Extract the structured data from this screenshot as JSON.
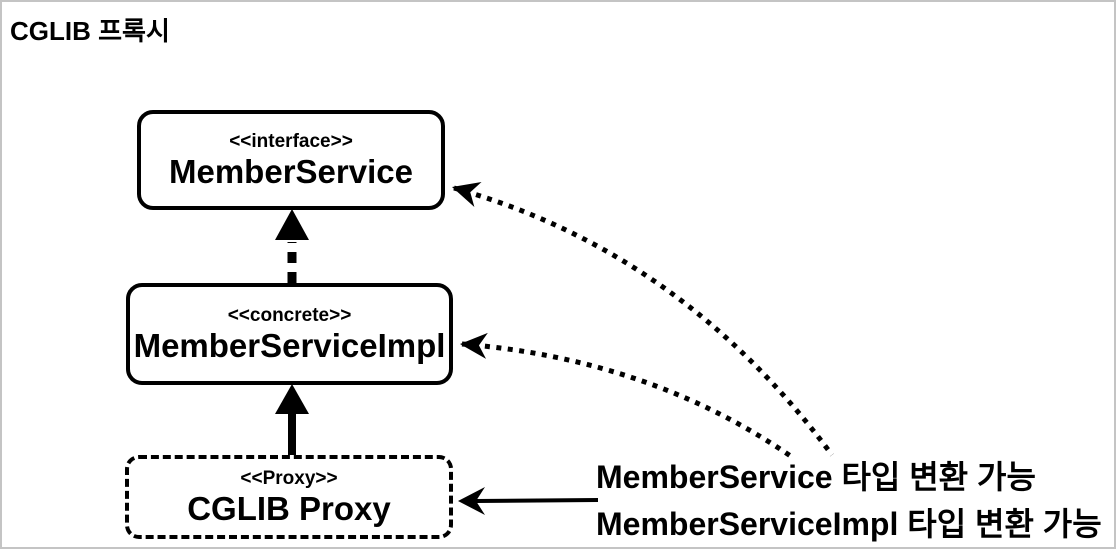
{
  "title": "CGLIB 프록시",
  "colors": {
    "ink": "#000000",
    "background": "#ffffff",
    "frame_border": "#c4c4c4"
  },
  "boxes": [
    {
      "id": "member-service",
      "stereotype": "<<interface>>",
      "name": "MemberService",
      "border_style": "solid"
    },
    {
      "id": "member-service-impl",
      "stereotype": "<<concrete>>",
      "name": "MemberServiceImpl",
      "border_style": "solid"
    },
    {
      "id": "cglib-proxy",
      "stereotype": "<<Proxy>>",
      "name": "CGLIB Proxy",
      "border_style": "dashed"
    }
  ],
  "annotation": {
    "lines": [
      "MemberService 타입 변환 가능",
      "MemberServiceImpl 타입 변환 가능"
    ]
  },
  "relations": [
    {
      "from": "MemberServiceImpl",
      "to": "MemberService",
      "style": "dashed-vertical-arrow"
    },
    {
      "from": "CGLIB Proxy",
      "to": "MemberServiceImpl",
      "style": "solid-vertical-arrow"
    },
    {
      "from": "annotation-text",
      "to": "MemberService",
      "style": "dotted-curved-arrow"
    },
    {
      "from": "annotation-text",
      "to": "MemberServiceImpl",
      "style": "dotted-curved-arrow"
    },
    {
      "from": "annotation-text",
      "to": "CGLIB Proxy",
      "style": "solid-straight-arrow"
    }
  ]
}
